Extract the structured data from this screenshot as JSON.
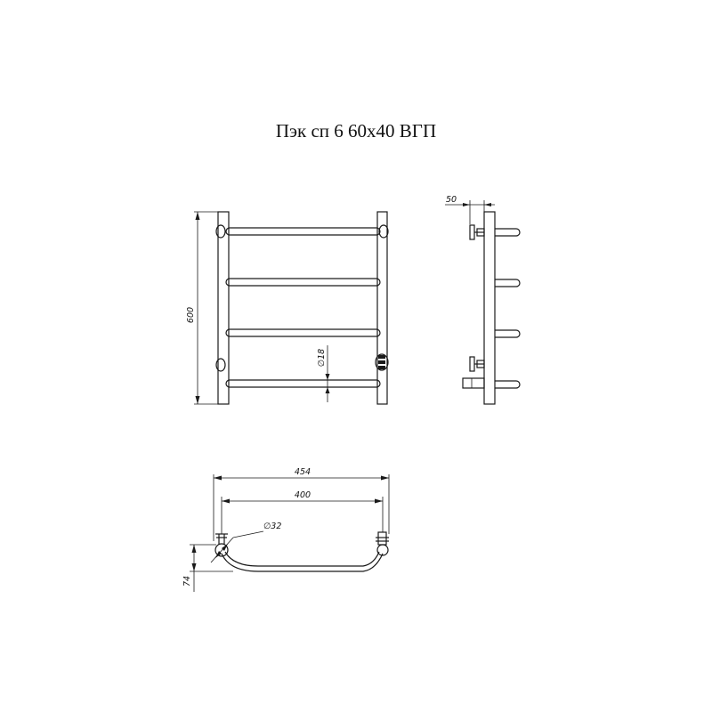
{
  "title": "Пэк сп 6 60х40 ВГП",
  "dimensions": {
    "height": "600",
    "bar_diameter": "∅18",
    "side_offset": "50",
    "overall_width": "454",
    "center_distance": "400",
    "pipe_diameter": "∅32",
    "depth": "74"
  }
}
